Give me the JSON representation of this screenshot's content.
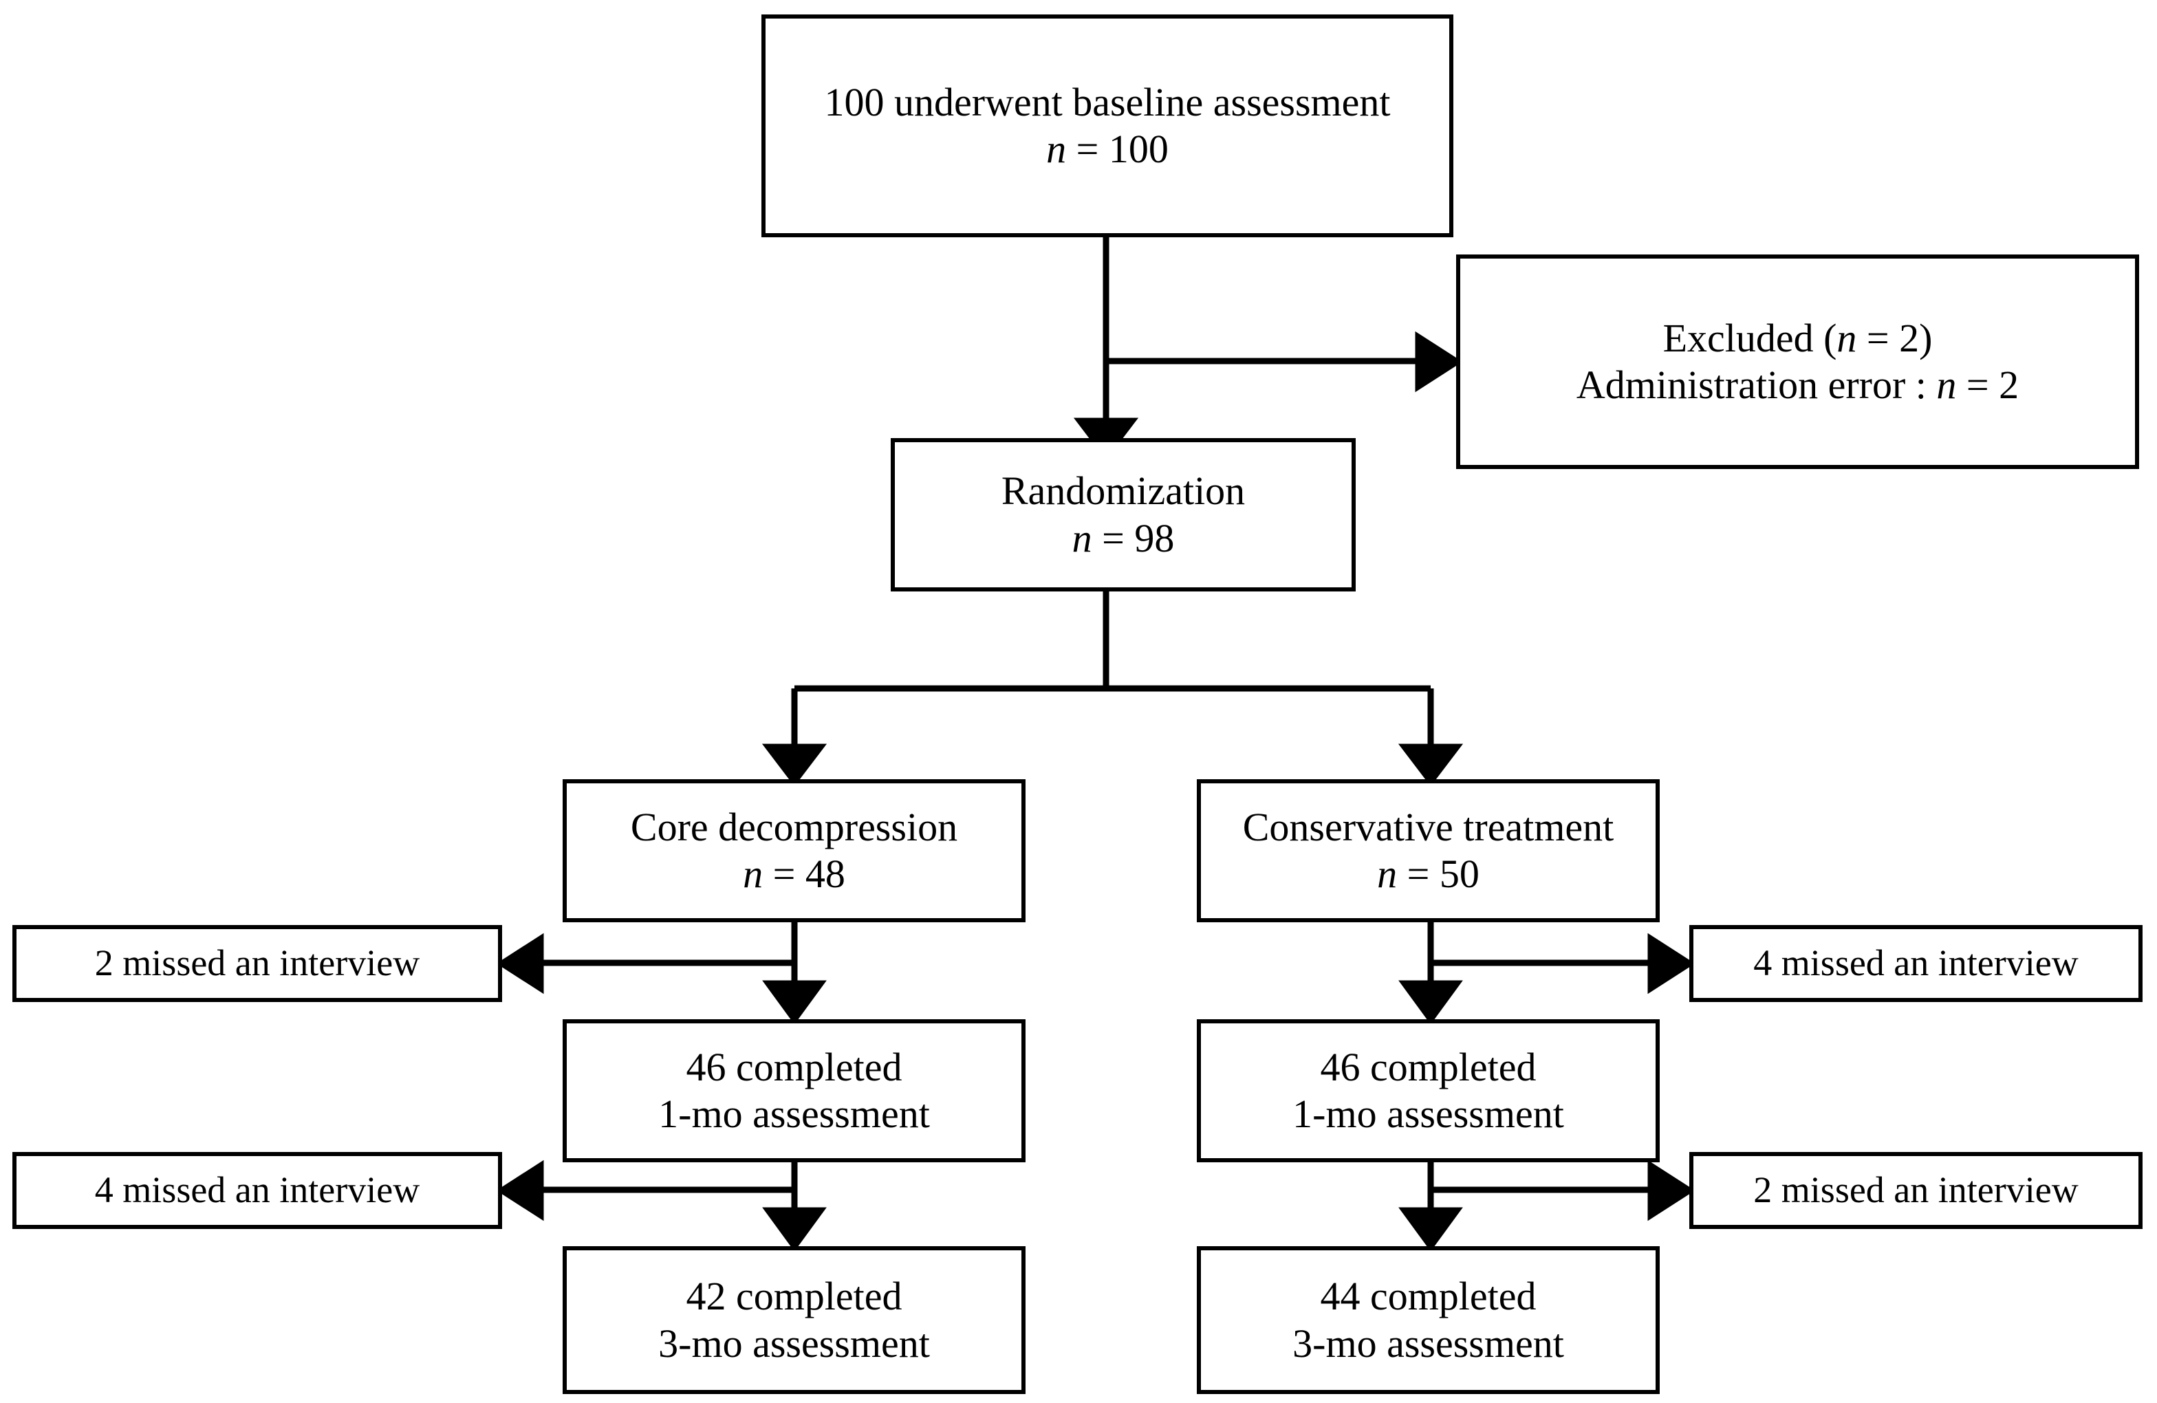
{
  "diagram": {
    "type": "consort-flow-diagram",
    "stroke_color": "#000000",
    "background_color": "#ffffff",
    "nodes": {
      "baseline": {
        "line1": "100 underwent baseline assessment",
        "line2_prefix": "n",
        "line2_suffix": " = 100"
      },
      "excluded": {
        "line1_prefix": "Excluded (",
        "line1_italic": "n",
        "line1_suffix": " = 2)",
        "line2_prefix": "Administration error : ",
        "line2_italic": "n",
        "line2_suffix": " = 2"
      },
      "randomization": {
        "line1": "Randomization",
        "line2_prefix": "n",
        "line2_suffix": " = 98"
      },
      "arm_left": {
        "line1": "Core decompression",
        "line2_prefix": "n",
        "line2_suffix": " = 48"
      },
      "arm_right": {
        "line1": "Conservative treatment",
        "line2_prefix": "n",
        "line2_suffix": " = 50"
      },
      "left_missed_1mo": {
        "line1": "2 missed an interview"
      },
      "right_missed_1mo": {
        "line1": "4 missed an interview"
      },
      "left_completed_1mo": {
        "line1": "46 completed",
        "line2": "1-mo assessment"
      },
      "right_completed_1mo": {
        "line1": "46 completed",
        "line2": "1-mo assessment"
      },
      "left_missed_3mo": {
        "line1": "4 missed an interview"
      },
      "right_missed_3mo": {
        "line1": "2 missed an interview"
      },
      "left_completed_3mo": {
        "line1": "42 completed",
        "line2": "3-mo assessment"
      },
      "right_completed_3mo": {
        "line1": "44 completed",
        "line2": "3-mo assessment"
      }
    },
    "chart_data": {
      "type": "table",
      "title": "CONSORT participant flow",
      "stages": [
        {
          "stage": "Baseline assessment",
          "n": 100
        },
        {
          "stage": "Excluded (administration error)",
          "n": 2
        },
        {
          "stage": "Randomization",
          "n": 98
        },
        {
          "stage": "Core decompression allocated",
          "n": 48
        },
        {
          "stage": "Conservative treatment allocated",
          "n": 50
        },
        {
          "stage": "Core decompression missed interview (1-mo)",
          "n": 2
        },
        {
          "stage": "Conservative treatment missed interview (1-mo)",
          "n": 4
        },
        {
          "stage": "Core decompression completed 1-mo assessment",
          "n": 46
        },
        {
          "stage": "Conservative treatment completed 1-mo assessment",
          "n": 46
        },
        {
          "stage": "Core decompression missed interview (3-mo)",
          "n": 4
        },
        {
          "stage": "Conservative treatment missed interview (3-mo)",
          "n": 2
        },
        {
          "stage": "Core decompression completed 3-mo assessment",
          "n": 42
        },
        {
          "stage": "Conservative treatment completed 3-mo assessment",
          "n": 44
        }
      ]
    }
  }
}
